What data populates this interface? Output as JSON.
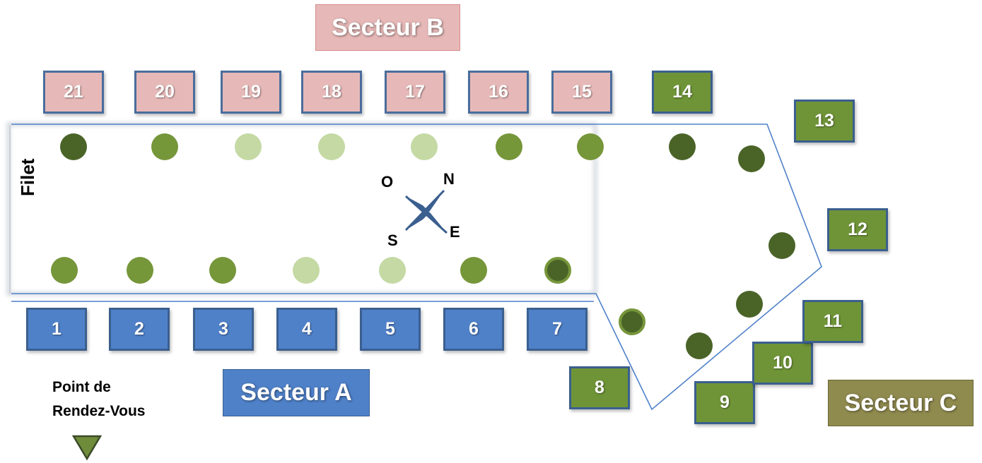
{
  "sectors": {
    "b": "Secteur B",
    "a": "Secteur A",
    "c": "Secteur C"
  },
  "posts": {
    "sector_b": [
      "21",
      "20",
      "19",
      "18",
      "17",
      "16",
      "15"
    ],
    "sector_a": [
      "1",
      "2",
      "3",
      "4",
      "5",
      "6",
      "7"
    ],
    "sector_c": [
      "8",
      "9",
      "10",
      "11",
      "12",
      "13",
      "14"
    ]
  },
  "labels": {
    "filet": "Filet",
    "rendez_vous_line1": "Point de",
    "rendez_vous_line2": "Rendez-Vous"
  },
  "compass": {
    "north": "N",
    "south": "S",
    "east": "E",
    "west": "O"
  },
  "colors": {
    "sector_b": "#e6b9b8",
    "sector_a": "#4f81c9",
    "sector_c_posts": "#6f9437",
    "sector_c_label": "#8f8a4e",
    "dot_dark": "#4a6428",
    "dot_mid": "#76963a",
    "dot_light": "#c4d9a3",
    "rendez_vous_marker": "#6f8c3a"
  }
}
